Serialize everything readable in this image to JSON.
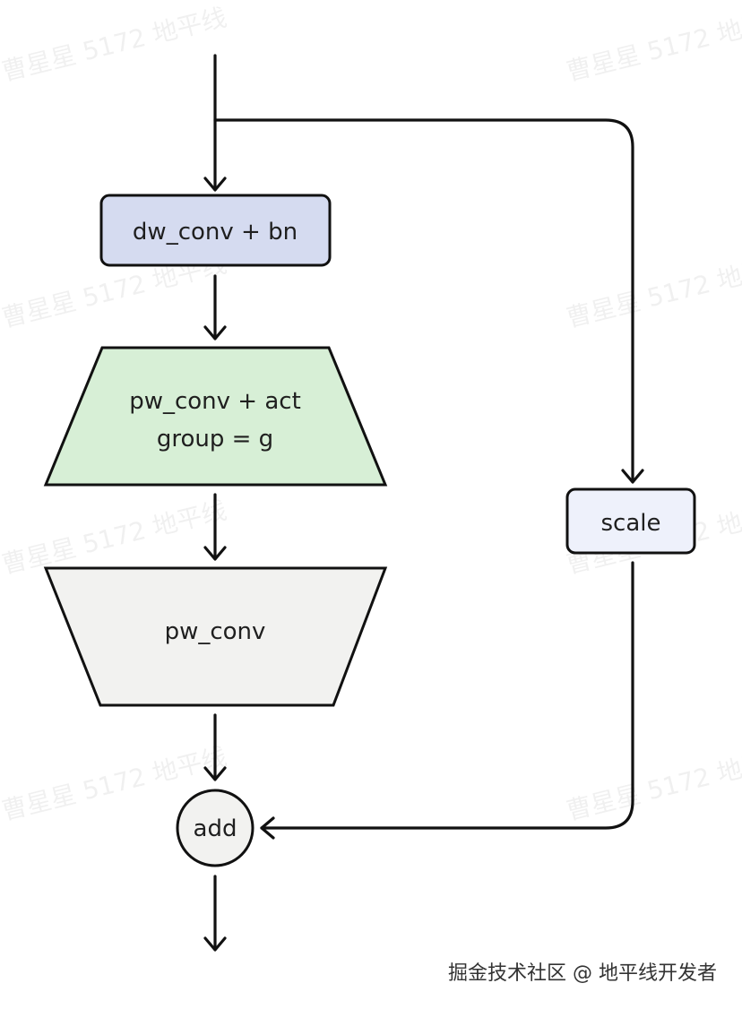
{
  "nodes": {
    "dw_conv_bn": {
      "label": "dw_conv + bn"
    },
    "pw_conv_act": {
      "line1": "pw_conv + act",
      "line2": "group = g"
    },
    "pw_conv": {
      "label": "pw_conv"
    },
    "scale": {
      "label": "scale"
    },
    "add": {
      "label": "add"
    }
  },
  "watermark": {
    "text": "曹星星 5172 地平线"
  },
  "footer": {
    "text": "掘金技术社区 @ 地平线开发者"
  },
  "colors": {
    "dw_conv_bn_fill": "#d5dbf0",
    "pw_conv_act_fill": "#d7efd6",
    "pw_conv_fill": "#f2f2f0",
    "scale_fill": "#eef1fb",
    "add_fill": "#f2f2f0",
    "stroke": "#111111"
  }
}
